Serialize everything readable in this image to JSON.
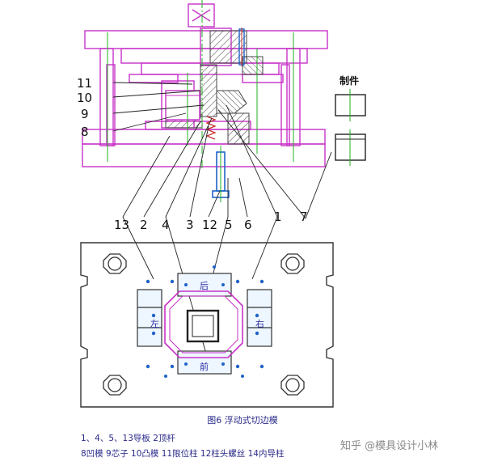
{
  "part_numbers_left": [
    "11",
    "10",
    "9",
    "8"
  ],
  "part_numbers_bottom": [
    "13",
    "2",
    "4",
    "3",
    "12",
    "5",
    "6",
    "1",
    "7"
  ],
  "product_label": "制件",
  "plan_labels": {
    "top": "后",
    "bottom": "前",
    "left": "左",
    "right": "右"
  },
  "caption": {
    "title": "图6  浮动式切边模",
    "legend_line1": "1、4、5、13导板  2顶杆  ",
    "legend_line2": "8凹模 9芯子 10凸模 11限位柱 12柱头螺丝 14内导柱"
  },
  "watermark": "知乎 @模具设计小林",
  "colors": {
    "structure": "#c832c8",
    "centerline": "#20b020",
    "hatch": "#333333",
    "leader": "#222222",
    "spring": "#c83232",
    "bolt": "#1e64c8"
  }
}
